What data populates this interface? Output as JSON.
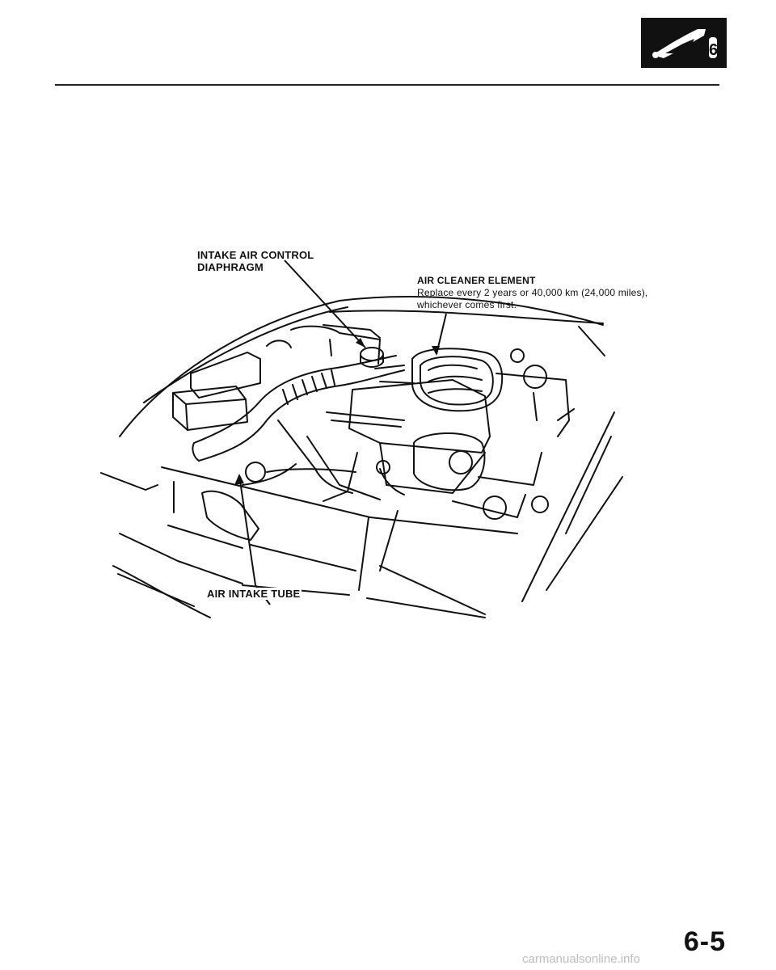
{
  "header": {
    "icon": "maintenance-section-icon"
  },
  "figure": {
    "labels": {
      "intake_air_control_line1": "INTAKE AIR CONTROL",
      "intake_air_control_line2": "DIAPHRAGM",
      "air_cleaner_title": "AIR CLEANER ELEMENT",
      "air_cleaner_note_line1": "Replace every 2 years or 40,000 km (24,000 miles),",
      "air_cleaner_note_line2": "whichever comes first.",
      "air_intake_tube": "AIR INTAKE TUBE"
    }
  },
  "footer": {
    "page_number": "6-5",
    "watermark": "carmanualsonline.info"
  }
}
